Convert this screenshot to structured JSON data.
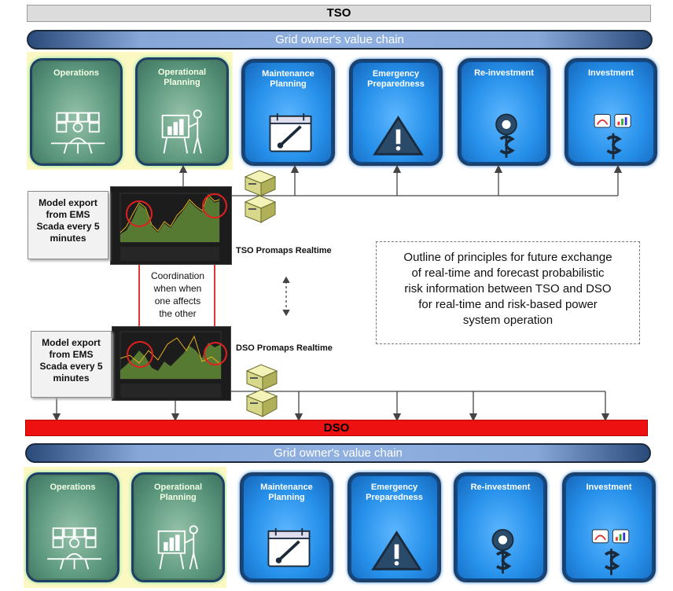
{
  "tso": {
    "bar_label": "TSO",
    "chain_label": "Grid owner's value chain",
    "tiles": [
      {
        "label": "Operations",
        "icon": "operator-screens-icon",
        "style": "green"
      },
      {
        "label": "Operational\nPlanning",
        "icon": "presenter-board-icon",
        "style": "green"
      },
      {
        "label": "Maintenance\nPlanning",
        "icon": "calendar-screwdriver-icon",
        "style": "blue"
      },
      {
        "label": "Emergency\nPreparedness",
        "icon": "warning-triangle-icon",
        "style": "blue"
      },
      {
        "label": "Re-investment",
        "icon": "gear-dollar-icon",
        "style": "blue"
      },
      {
        "label": "Investment",
        "icon": "gauge-chart-dollar-icon",
        "style": "blue"
      }
    ]
  },
  "dso": {
    "bar_label": "DSO",
    "chain_label": "Grid owner's value chain",
    "tiles": [
      {
        "label": "Operations",
        "icon": "operator-screens-icon",
        "style": "green"
      },
      {
        "label": "Operational\nPlanning",
        "icon": "presenter-board-icon",
        "style": "green"
      },
      {
        "label": "Maintenance\nPlanning",
        "icon": "calendar-screwdriver-icon",
        "style": "blue"
      },
      {
        "label": "Emergency\nPreparedness",
        "icon": "warning-triangle-icon",
        "style": "blue"
      },
      {
        "label": "Re-investment",
        "icon": "gear-dollar-icon",
        "style": "blue"
      },
      {
        "label": "Investment",
        "icon": "gauge-chart-dollar-icon",
        "style": "blue"
      }
    ]
  },
  "middle": {
    "model_export_tso": "Model export\nfrom EMS\nScada every 5\nminutes",
    "model_export_dso": "Model export\nfrom EMS\nScada every 5\nminutes",
    "tso_promaps": "TSO Promaps Realtime",
    "dso_promaps": "DSO Promaps Realtime",
    "coordination": "Coordination\nwhen when\none affects\nthe other",
    "outline": "Outline of principles for future exchange\nof real-time and forecast probabilistic\nrisk information between TSO and DSO\nfor real-time and risk-based power\nsystem operation"
  },
  "colors": {
    "tso_bar": "#dcdcdc",
    "dso_bar": "#ee1111",
    "green_tile": "#5e9a80",
    "blue_tile": "#2690ea",
    "highlight_circle": "#e02020"
  }
}
